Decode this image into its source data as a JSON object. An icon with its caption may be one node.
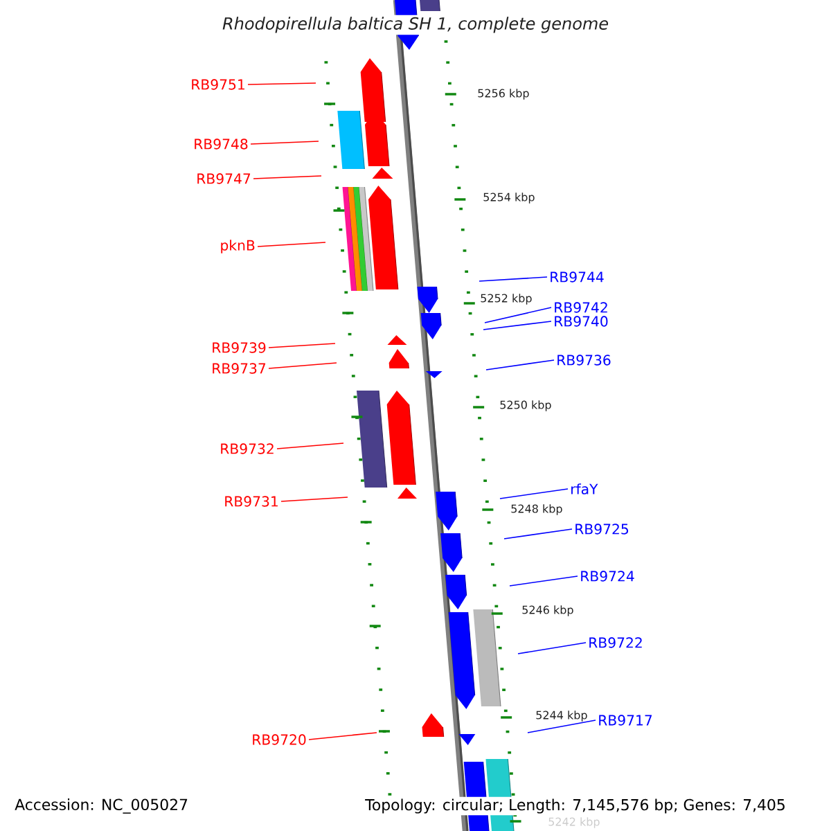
{
  "diagram": {
    "title": "Rhodopirellula baltica SH 1, complete genome",
    "nodes": [
      {
        "text": [
          "RB9751"
        ]
      },
      {
        "text": [
          "RB9748"
        ]
      },
      {
        "text": [
          "RB9747"
        ]
      },
      {
        "text": [
          "pknB"
        ]
      },
      {
        "text": [
          "RB9739"
        ]
      },
      {
        "text": [
          "RB9737"
        ]
      },
      {
        "text": [
          "RB9732"
        ]
      },
      {
        "text": [
          "RB9731"
        ]
      },
      {
        "text": [
          "RB9720"
        ]
      },
      {
        "text": [
          "RB9744"
        ]
      },
      {
        "text": [
          "RB9742"
        ]
      },
      {
        "text": [
          "RB9740"
        ]
      },
      {
        "text": [
          "RB9736"
        ]
      },
      {
        "text": [
          "rfaY"
        ]
      },
      {
        "text": [
          "RB9725"
        ]
      },
      {
        "text": [
          "RB9724"
        ]
      },
      {
        "text": [
          "RB9722"
        ]
      },
      {
        "text": [
          "RB9717"
        ]
      }
    ],
    "edges": [
      {
        "from": 0,
        "to": null,
        "arrow": "none",
        "color": "#ff0000"
      },
      {
        "from": 1,
        "to": null,
        "arrow": "none",
        "color": "#ff0000"
      },
      {
        "from": 2,
        "to": null,
        "arrow": "none",
        "color": "#ff0000"
      },
      {
        "from": 3,
        "to": null,
        "arrow": "none",
        "color": "#ff0000"
      },
      {
        "from": 4,
        "to": null,
        "arrow": "none",
        "color": "#ff0000"
      },
      {
        "from": 5,
        "to": null,
        "arrow": "none",
        "color": "#ff0000"
      },
      {
        "from": 6,
        "to": null,
        "arrow": "none",
        "color": "#ff0000"
      },
      {
        "from": 7,
        "to": null,
        "arrow": "none",
        "color": "#ff0000"
      },
      {
        "from": 8,
        "to": null,
        "arrow": "none",
        "color": "#ff0000"
      },
      {
        "from": 9,
        "to": null,
        "arrow": "none",
        "color": "#0000ff"
      },
      {
        "from": 10,
        "to": null,
        "arrow": "none",
        "color": "#0000ff"
      },
      {
        "from": 11,
        "to": null,
        "arrow": "none",
        "color": "#0000ff"
      },
      {
        "from": 12,
        "to": null,
        "arrow": "none",
        "color": "#0000ff"
      },
      {
        "from": 13,
        "to": null,
        "arrow": "none",
        "color": "#0000ff"
      },
      {
        "from": 14,
        "to": null,
        "arrow": "none",
        "color": "#0000ff"
      },
      {
        "from": 15,
        "to": null,
        "arrow": "none",
        "color": "#0000ff"
      },
      {
        "from": 16,
        "to": null,
        "arrow": "none",
        "color": "#0000ff"
      },
      {
        "from": 17,
        "to": null,
        "arrow": "none",
        "color": "#0000ff"
      }
    ],
    "labels": [
      "5256 kbp",
      "5254 kbp",
      "5252 kbp",
      "5250 kbp",
      "5248 kbp",
      "5246 kbp",
      "5244 kbp",
      "5242 kbp",
      "Accession: NC_005027",
      "Topology: circular; Length: 7,145,576 bp; Genes: 7,405"
    ]
  }
}
